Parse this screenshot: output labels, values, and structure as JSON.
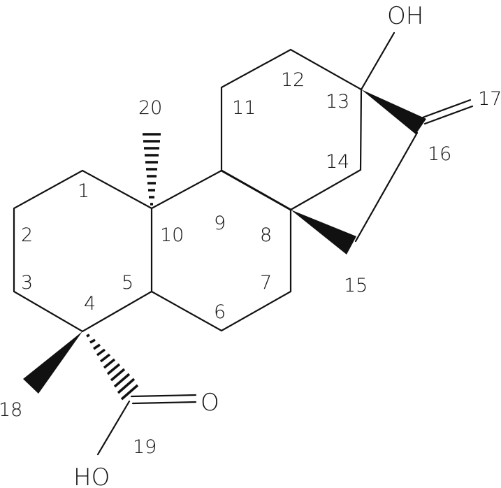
{
  "molecule": {
    "atom_labels": {
      "OH_top": "OH",
      "O_carbonyl": "O",
      "HO_bottom": "HO"
    },
    "numbers": {
      "c1": "1",
      "c2": "2",
      "c3": "3",
      "c4": "4",
      "c5": "5",
      "c6": "6",
      "c7": "7",
      "c8": "8",
      "c9": "9",
      "c10": "10",
      "c11": "11",
      "c12": "12",
      "c13": "13",
      "c14": "14",
      "c15": "15",
      "c16": "16",
      "c17": "17",
      "c18": "18",
      "c19": "19",
      "c20": "20"
    }
  }
}
